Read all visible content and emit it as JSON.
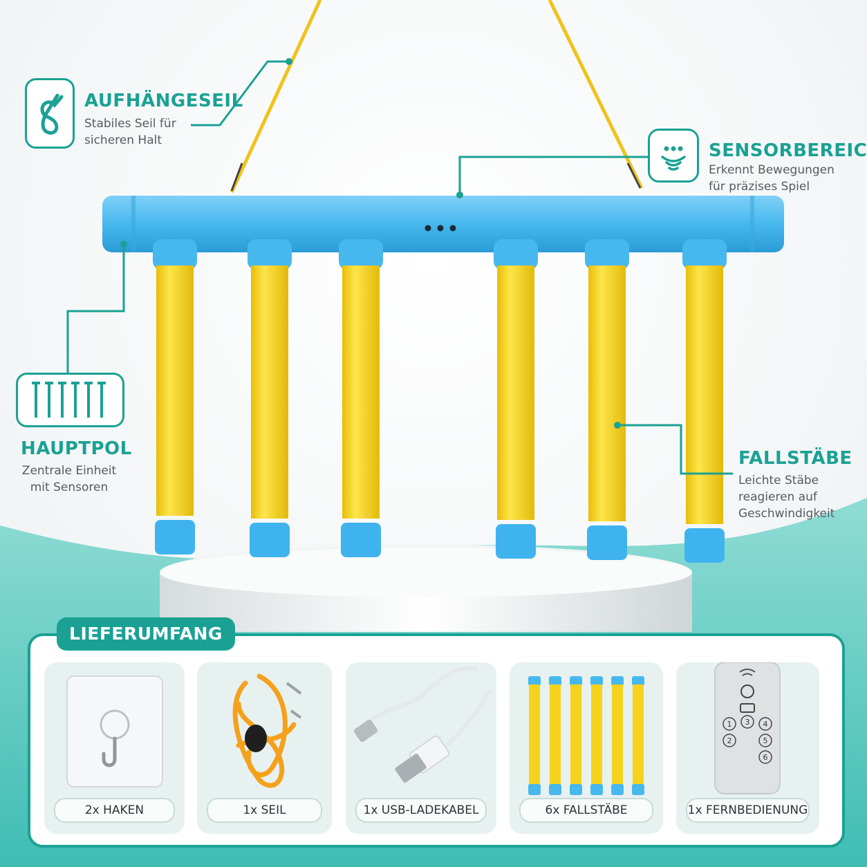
{
  "features": {
    "rope": {
      "title": "AUFHÄNGESEIL",
      "desc": "Stabiles Seil für\nsicheren Halt",
      "icon": "rope-knot-icon"
    },
    "sensor": {
      "title": "SENSORBEREICH",
      "desc": "Erkennt Bewegungen\nfür präzises Spiel",
      "icon": "sensor-face-icon"
    },
    "pole": {
      "title": "HAUPTPOL",
      "desc": "Zentrale Einheit\nmit Sensoren",
      "icon": "sticks-icon"
    },
    "sticks": {
      "title": "FALLSTÄBE",
      "desc": "Leichte Stäbe\nreagieren auf\nGeschwindigkeit"
    }
  },
  "contents": {
    "heading": "LIEFERUMFANG",
    "items": [
      {
        "label": "2x HAKEN",
        "icon": "adhesive-hook-icon"
      },
      {
        "label": "1x SEIL",
        "icon": "rope-icon"
      },
      {
        "label": "1x USB-LADEKABEL",
        "icon": "usb-cable-icon"
      },
      {
        "label": "6x FALLSTÄBE",
        "icon": "falling-sticks-icon"
      },
      {
        "label": "1x FERNBEDIENUNG",
        "icon": "remote-control-icon"
      }
    ],
    "remote_buttons": [
      "1",
      "2",
      "3",
      "4",
      "5",
      "6"
    ]
  },
  "colors": {
    "accent": "#1aa194",
    "bar_blue": "#47b8ee",
    "stick_yellow": "#f5d31c",
    "rope_yellow": "#f1c21b",
    "background_teal": "#5ccbc2"
  }
}
